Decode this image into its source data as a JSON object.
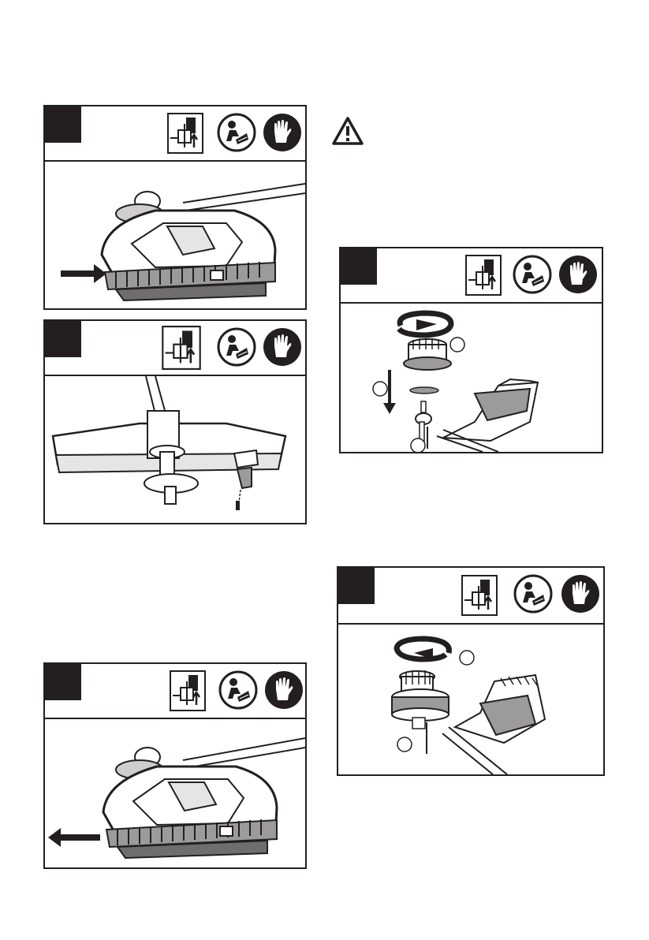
{
  "colors": {
    "ink": "#231f20",
    "paper": "#ffffff",
    "shade": "#9c9a9b"
  },
  "warning": {
    "icon": "warning-triangle-icon",
    "symbol": "!"
  },
  "panels": [
    {
      "id": "remove-guard-latch",
      "step": "",
      "icons": [
        "tool-diagram-icon",
        "read-manual-icon",
        "gloves-icon"
      ],
      "arrow": "push-right"
    },
    {
      "id": "guard-blade-assembly",
      "step": "",
      "icons": [
        "tool-diagram-icon",
        "read-manual-icon",
        "gloves-icon"
      ]
    },
    {
      "id": "install-guard-latch",
      "step": "",
      "icons": [
        "tool-diagram-icon",
        "read-manual-icon",
        "gloves-icon"
      ],
      "arrow": "pull-left"
    },
    {
      "id": "remove-spool-head",
      "step": "",
      "icons": [
        "tool-diagram-icon",
        "read-manual-icon",
        "gloves-icon"
      ],
      "callouts": [
        "",
        "",
        ""
      ]
    },
    {
      "id": "install-spool-head",
      "step": "",
      "icons": [
        "tool-diagram-icon",
        "read-manual-icon",
        "gloves-icon"
      ],
      "callouts": [
        "",
        ""
      ]
    }
  ]
}
